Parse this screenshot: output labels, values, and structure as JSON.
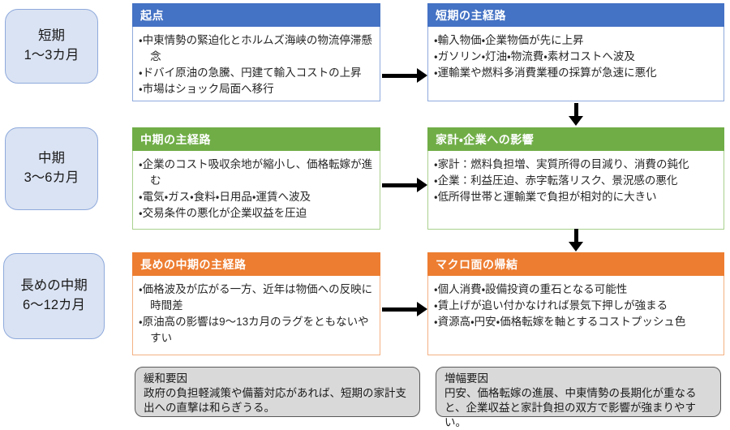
{
  "colors": {
    "blue_header": "#4472c4",
    "green_header": "#70ad47",
    "orange_header": "#ed7d31",
    "blue_border": "#8faadc",
    "green_border": "#a9d18e",
    "orange_border": "#f4b183",
    "timeline_fill": "#dae3f3",
    "note_fill": "#d9d9d9",
    "arrow": "#000000"
  },
  "timeline": [
    {
      "line1": "短期",
      "line2": "1〜3カ月"
    },
    {
      "line1": "中期",
      "line2": "3〜6カ月"
    },
    {
      "line1": "長めの中期",
      "line2": "6〜12カ月"
    }
  ],
  "rows": [
    {
      "mid": {
        "title": "起点",
        "bullets": [
          "・中東情勢の緊迫化とホルムズ海峡の物流停滞懸念",
          "・ドバイ原油の急騰、円建て輸入コストの上昇",
          "・市場はショック局面へ移行"
        ]
      },
      "right": {
        "title": "短期の主経路",
        "bullets": [
          "・輸入物価・企業物価が先に上昇",
          "・ガソリン・灯油・物流費・素材コストへ波及",
          "・運輸業や燃料多消費業種の採算が急速に悪化"
        ]
      }
    },
    {
      "mid": {
        "title": "中期の主経路",
        "bullets": [
          "・企業のコスト吸収余地が縮小し、価格転嫁が進む",
          "・電気・ガス・食料・日用品・運賃へ波及",
          "・交易条件の悪化が企業収益を圧迫"
        ]
      },
      "right": {
        "title": "家計・企業への影響",
        "bullets": [
          "・家計：燃料負担増、実質所得の目減り、消費の鈍化",
          "・企業：利益圧迫、赤字転落リスク、景況感の悪化",
          "・低所得世帯と運輸業で負担が相対的に大きい"
        ]
      }
    },
    {
      "mid": {
        "title": "長めの中期の主経路",
        "bullets": [
          "・価格波及が広がる一方、近年は物価への反映に時間差",
          "・原油高の影響は9〜13カ月のラグをともないやすい"
        ]
      },
      "right": {
        "title": "マクロ面の帰結",
        "bullets": [
          "・個人消費・設備投資の重石となる可能性",
          "・賃上げが追い付かなければ景気下押しが強まる",
          "・資源高・円安・価格転嫁を軸とするコストプッシュ色"
        ]
      }
    }
  ],
  "notes": [
    {
      "title": "緩和要因",
      "body": "政府の負担軽減策や備蓄対応があれば、短期の家計支出への直撃は和らぎうる。"
    },
    {
      "title": "増幅要因",
      "body": "円安、価格転嫁の進展、中東情勢の長期化が重なると、企業収益と家計負担の双方で影響が強まりやすい。"
    }
  ]
}
